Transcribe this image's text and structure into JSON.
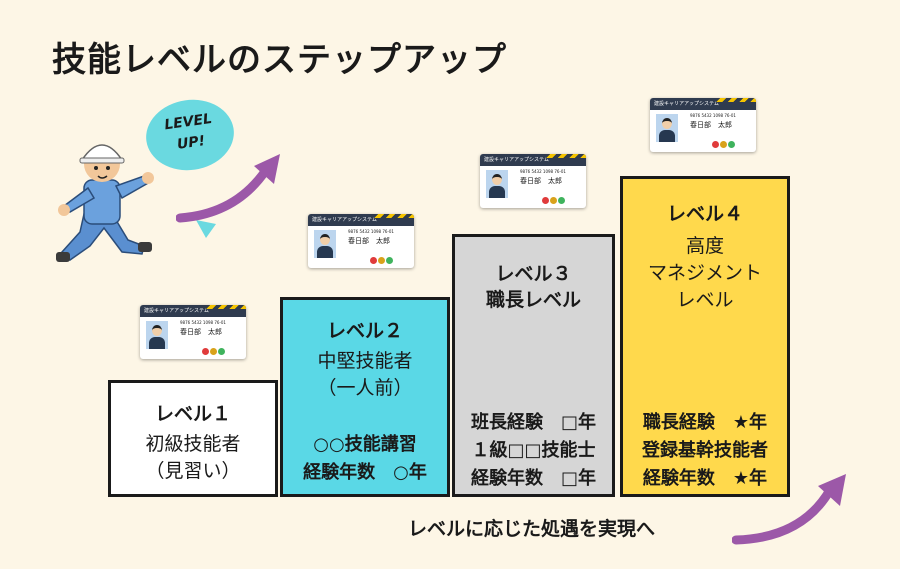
{
  "title": "技能レベルのステップアップ",
  "bubble": {
    "line1": "LEVEL",
    "line2": "UP!"
  },
  "card": {
    "header": "建設キャリアアップシステム",
    "number": "9876 5432 1098 76-01",
    "name": "春日部　太郎"
  },
  "levels": [
    {
      "level": "レベル１",
      "name_lines": [
        "初級技能者",
        "（見習い）"
      ],
      "requirements": []
    },
    {
      "level": "レベル２",
      "name_lines": [
        "中堅技能者",
        "（一人前）"
      ],
      "requirements": [
        "○○技能講習",
        "経験年数　○年"
      ]
    },
    {
      "level": "レベル３",
      "name_lines": [
        "職長レベル"
      ],
      "requirements": [
        "班長経験　□年",
        "１級□□技能士",
        "経験年数　□年"
      ]
    },
    {
      "level": "レベル４",
      "name_lines": [
        "高度",
        "マネジメント",
        "レベル"
      ],
      "requirements": [
        "職長経験　★年",
        "登録基幹技能者",
        "経験年数　★年"
      ]
    }
  ],
  "slogan": "レベルに応じた処遇を実現へ",
  "colors": {
    "background": "#fdf6e6",
    "level1": "#ffffff",
    "level2": "#5ad8e6",
    "level3": "#d6d6d6",
    "level4": "#ffd94c",
    "arrow": "#9c58a8",
    "bubble": "#6ad9e0"
  },
  "icons": [
    "worker-running-icon",
    "speech-bubble-icon",
    "arrow-up-icon",
    "id-card-icon"
  ]
}
